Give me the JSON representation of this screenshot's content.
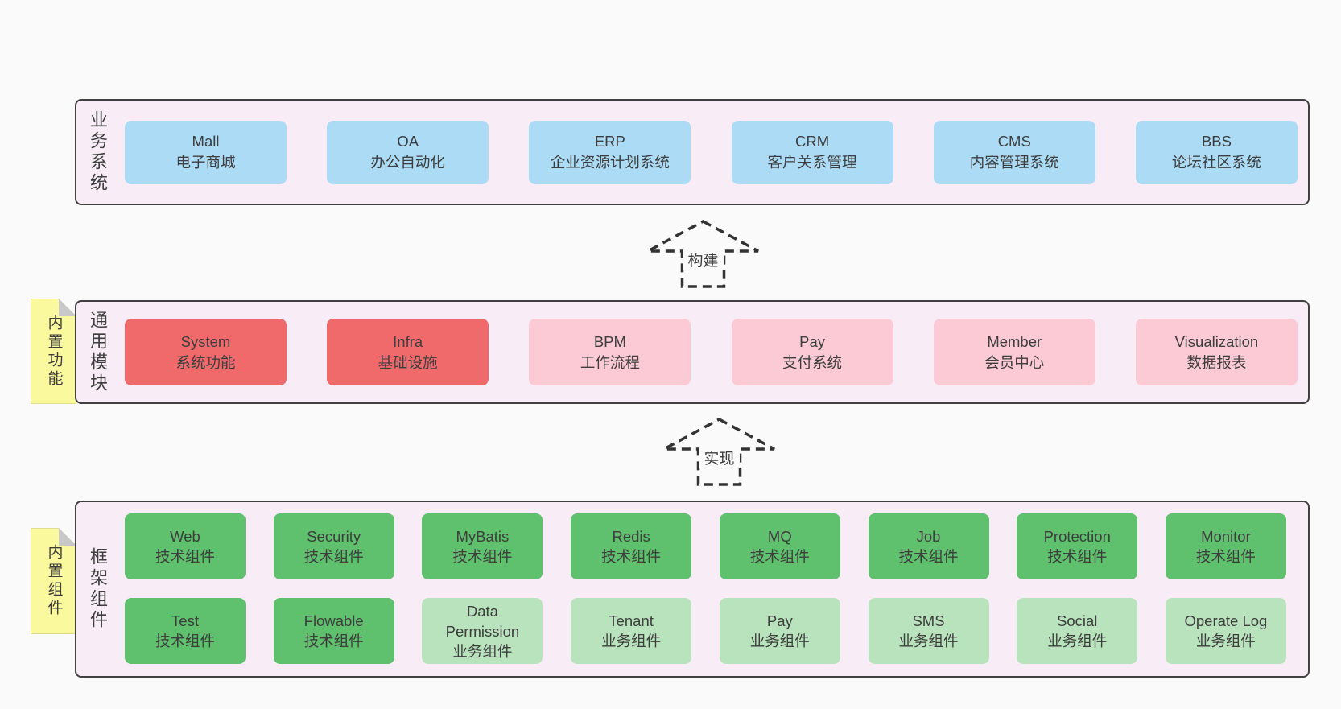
{
  "palette": {
    "page_bg": "#fafafa",
    "panel_bg": "#f8edf6",
    "panel_border": "#404040",
    "business_box": "#abdbf5",
    "core_module_box": "#f06a6c",
    "optional_module_box": "#fbcad4",
    "tech_component_box": "#5fc06d",
    "biz_component_box": "#b9e3bd",
    "sticky_note": "#fbf99d",
    "fold": "#c8c8c8",
    "text": "#3d3d3d"
  },
  "notes": [
    {
      "text": "内置功能"
    },
    {
      "text": "内置组件"
    }
  ],
  "arrows": [
    {
      "label": "构建"
    },
    {
      "label": "实现"
    }
  ],
  "layers": [
    {
      "label": "业务系统",
      "rows": [
        [
          {
            "name": "Mall",
            "desc": "电子商城"
          },
          {
            "name": "OA",
            "desc": "办公自动化"
          },
          {
            "name": "ERP",
            "desc": "企业资源计划系统"
          },
          {
            "name": "CRM",
            "desc": "客户关系管理"
          },
          {
            "name": "CMS",
            "desc": "内容管理系统"
          },
          {
            "name": "BBS",
            "desc": "论坛社区系统"
          }
        ]
      ]
    },
    {
      "label": "通用模块",
      "rows": [
        [
          {
            "name": "System",
            "desc": "系统功能"
          },
          {
            "name": "Infra",
            "desc": "基础设施"
          },
          {
            "name": "BPM",
            "desc": "工作流程"
          },
          {
            "name": "Pay",
            "desc": "支付系统"
          },
          {
            "name": "Member",
            "desc": "会员中心"
          },
          {
            "name": "Visualization",
            "desc": "数据报表"
          }
        ]
      ]
    },
    {
      "label": "框架组件",
      "rows": [
        [
          {
            "name": "Web",
            "desc": "技术组件"
          },
          {
            "name": "Security",
            "desc": "技术组件"
          },
          {
            "name": "MyBatis",
            "desc": "技术组件"
          },
          {
            "name": "Redis",
            "desc": "技术组件"
          },
          {
            "name": "MQ",
            "desc": "技术组件"
          },
          {
            "name": "Job",
            "desc": "技术组件"
          },
          {
            "name": "Protection",
            "desc": "技术组件"
          },
          {
            "name": "Monitor",
            "desc": "技术组件"
          }
        ],
        [
          {
            "name": "Test",
            "desc": "技术组件"
          },
          {
            "name": "Flowable",
            "desc": "技术组件"
          },
          {
            "name": "Data Permission",
            "desc": "业务组件"
          },
          {
            "name": "Tenant",
            "desc": "业务组件"
          },
          {
            "name": "Pay",
            "desc": "业务组件"
          },
          {
            "name": "SMS",
            "desc": "业务组件"
          },
          {
            "name": "Social",
            "desc": "业务组件"
          },
          {
            "name": "Operate Log",
            "desc": "业务组件"
          }
        ]
      ]
    }
  ]
}
